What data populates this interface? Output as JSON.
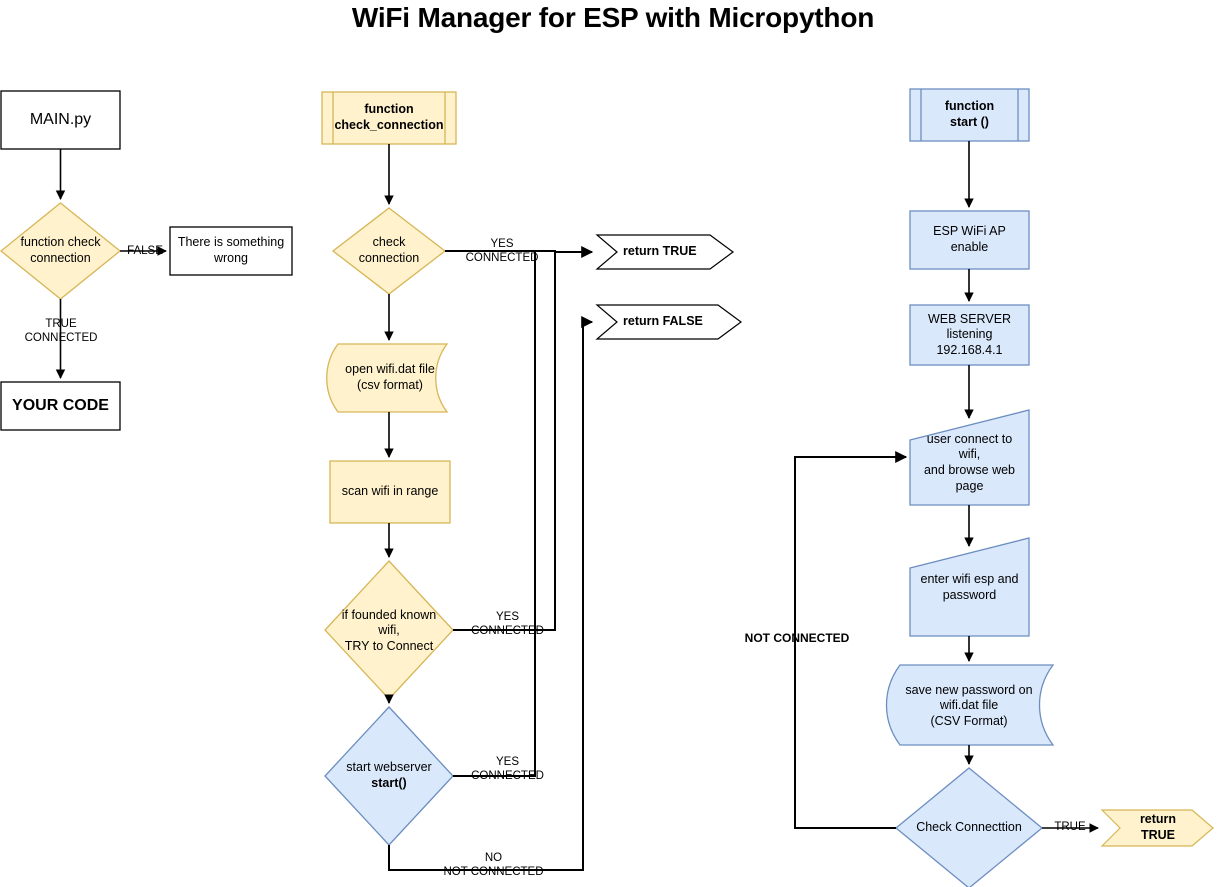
{
  "title": "WiFi Manager for ESP with Micropython",
  "colors": {
    "yellow_fill": "#fff2cc",
    "yellow_stroke": "#d6b656",
    "blue_fill": "#dae8fc",
    "blue_stroke": "#6c8ebf",
    "white_fill": "#ffffff",
    "line": "#000000"
  },
  "columns": {
    "left": {
      "name": "main-flow",
      "nodes": {
        "main_py": "MAIN.py",
        "function_check_connection": "function check\nconnection",
        "something_wrong": "There is something\nwrong",
        "your_code": "YOUR CODE"
      },
      "edges": {
        "false": "FALSE",
        "true_connected": "TRUE\nCONNECTED"
      }
    },
    "middle": {
      "name": "check-connection-function",
      "nodes": {
        "header": "function\ncheck_connection",
        "check_connection": "check\nconnection",
        "open_wifi_dat": "open wifi.dat file\n(csv format)",
        "scan_wifi": "scan wifi in range",
        "if_founded": "if founded known\nwifi,\nTRY to Connect",
        "start_webserver": "start webserver\nstart()",
        "return_true": "return TRUE",
        "return_false": "return FALSE"
      },
      "edges": {
        "yes_connected_1": "YES\nCONNECTED",
        "yes_connected_2": "YES\nCONNECTED",
        "yes_connected_3": "YES\nCONNECTED",
        "no_not_connected": "NO\nNOT CONNECTED"
      }
    },
    "right": {
      "name": "start-function",
      "nodes": {
        "header": "function\nstart ()",
        "ap_enable": "ESP WiFi AP enable",
        "web_server": "WEB SERVER\nlistening\n192.168.4.1",
        "user_connect": "user connect to wifi,\nand browse web\npage",
        "enter_wifi": "enter wifi esp and\npassword",
        "save_password": "save new password on\nwifi.dat file\n(CSV Format)",
        "check_connecttion": "Check Connecttion",
        "return_true": "return TRUE"
      },
      "edges": {
        "not_connected": "NOT CONNECTED",
        "true": "TRUE"
      }
    }
  }
}
